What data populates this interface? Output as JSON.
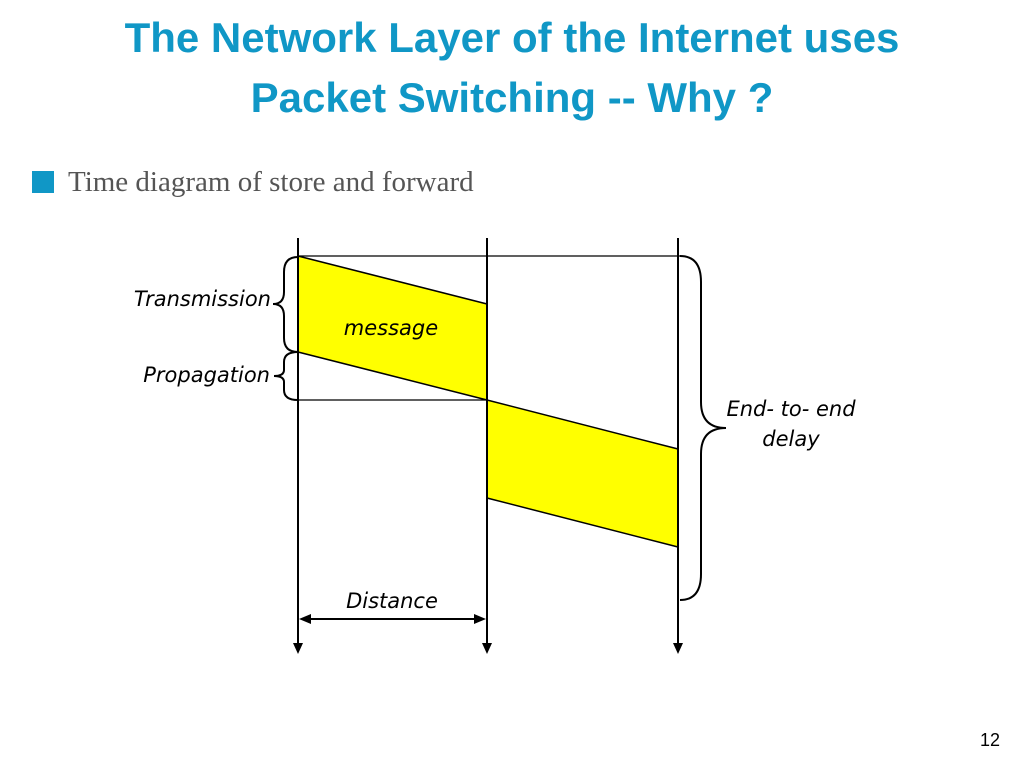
{
  "slide": {
    "title_line1": "The Network Layer of the Internet uses",
    "title_line2": "Packet Switching -- Why ?",
    "bullet": "Time diagram of store and forward",
    "page_number": "12"
  },
  "diagram": {
    "labels": {
      "transmission": "Transmission",
      "propagation": "Propagation",
      "message": "message",
      "end_to_end_line1": "End- to- end",
      "end_to_end_line2": "delay",
      "distance": "Distance"
    },
    "colors": {
      "packet_fill": "#ffff00",
      "line": "#000000",
      "accent": "#1097c6"
    }
  }
}
